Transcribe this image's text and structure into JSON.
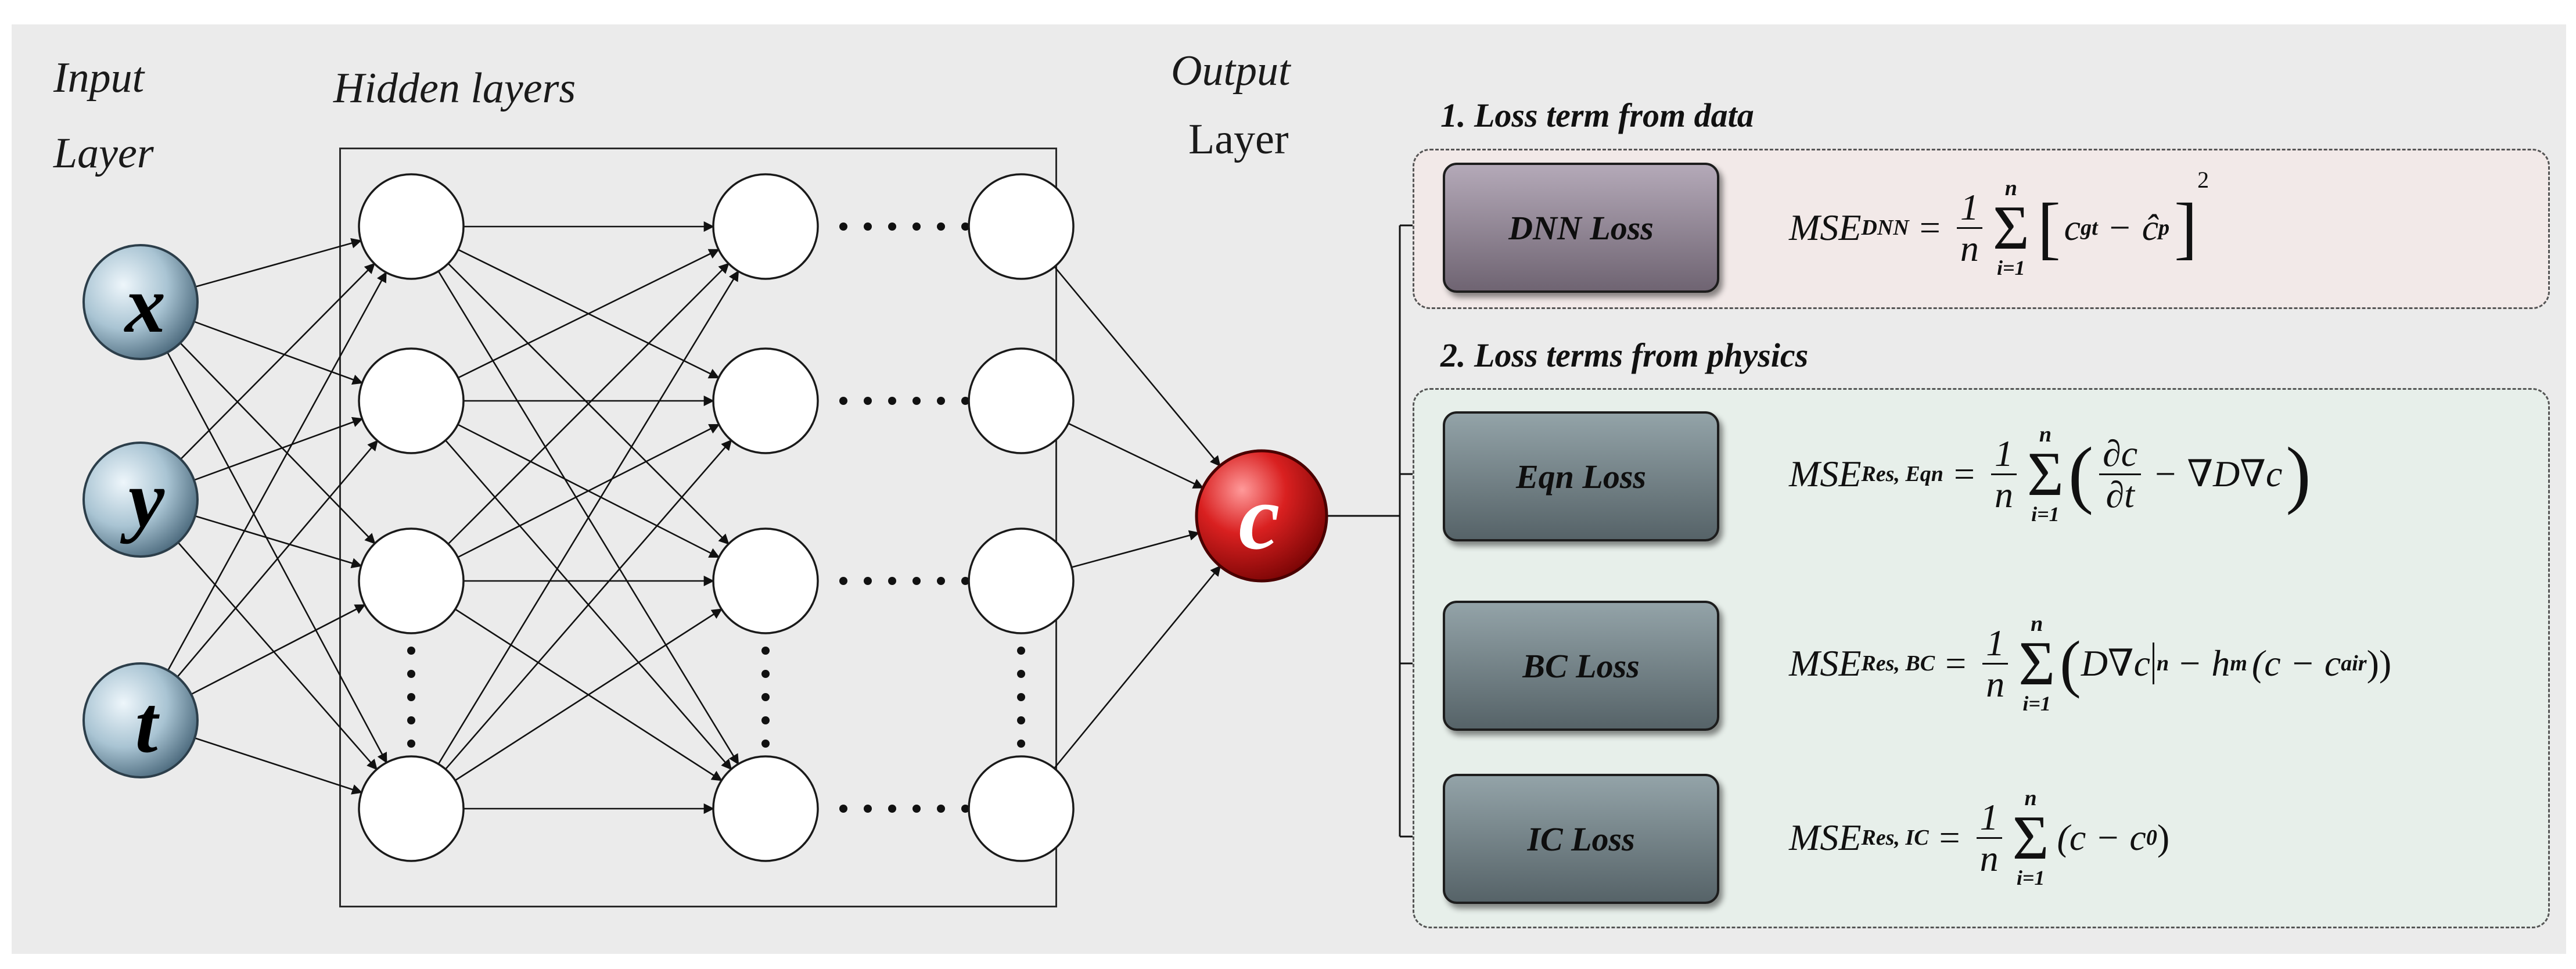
{
  "labels": {
    "input_line1": "Input",
    "input_line2": "Layer",
    "hidden": "Hidden layers",
    "output_line1": "Output",
    "output_line2": "Layer"
  },
  "inputs": [
    "x",
    "y",
    "t"
  ],
  "output": "c",
  "sections": {
    "data": "1. Loss term from data",
    "physics": "2. Loss terms from physics"
  },
  "losses": {
    "dnn": "DNN Loss",
    "eqn": "Eqn Loss",
    "bc": "BC Loss",
    "ic": "IC Loss"
  },
  "equations": {
    "dnn": {
      "lhs": "MSE",
      "sub": "DNN",
      "frac_num": "1",
      "frac_den": "n",
      "sum_top": "n",
      "sum_bot": "i=1",
      "term1": "c",
      "term1_sub": "gt",
      "minus": "−",
      "term2": "ĉ",
      "term2_sub": "p",
      "power": "2"
    },
    "eqn": {
      "lhs": "MSE",
      "sub": "Res, Eqn",
      "frac_num": "1",
      "frac_den": "n",
      "sum_top": "n",
      "sum_bot": "i=1",
      "d_num": "∂c",
      "d_den": "∂t",
      "rest": "− ∇D∇c"
    },
    "bc": {
      "lhs": "MSE",
      "sub": "Res, BC",
      "frac_num": "1",
      "frac_den": "n",
      "sum_top": "n",
      "sum_bot": "i=1",
      "body": "D∇c",
      "bar_sub": "n",
      "rest1": "− h",
      "h_sub": "m",
      "rest2": "(c − c",
      "air_sub": "air",
      "close": "))"
    },
    "ic": {
      "lhs": "MSE",
      "sub": "Res, IC",
      "frac_num": "1",
      "frac_den": "n",
      "sum_top": "n",
      "sum_bot": "i=1",
      "body": "(c − c",
      "zero_sub": "0",
      "close": ")"
    }
  },
  "colors": {
    "dnn_box": "#8c8190",
    "physics_box": "#6b7b80",
    "data_panel_bg": "#f2e9e8",
    "physics_panel_bg": "#e7efea",
    "output_node": "#d92020",
    "input_node": "#a9c4d3"
  }
}
